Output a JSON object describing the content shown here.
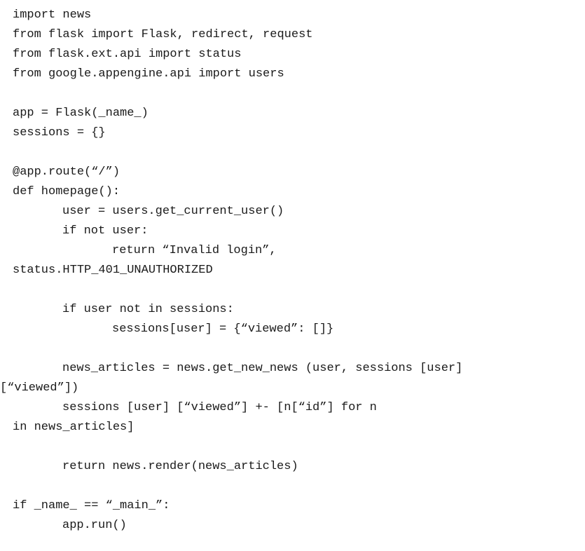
{
  "code_lines": [
    "import news",
    "from flask import Flask, redirect, request",
    "from flask.ext.api import status",
    "from google.appengine.api import users",
    "",
    "app = Flask(_name_)",
    "sessions = {}",
    "",
    "@app.route(“/”)",
    "def homepage():",
    "user = users.get_current_user()",
    "if not user:",
    "return “Invalid login”,",
    "status.HTTP_401_UNAUTHORIZED",
    "",
    "if user not in sessions:",
    "sessions[user] = {“viewed”: []}",
    "",
    "news_articles = news.get_new_news (user, sessions [user]",
    "[“viewed”])",
    "sessions [user] [“viewed”] +- [n[“id”] for n",
    "in news_articles]",
    "",
    "return news.render(news_articles)",
    "",
    "if _name_ == “_main_”:",
    "app.run()"
  ]
}
